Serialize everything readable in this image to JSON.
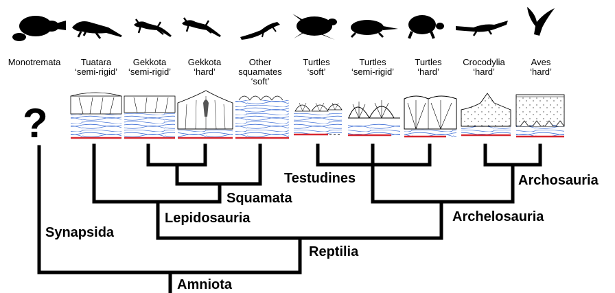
{
  "taxa": [
    {
      "name": "Monotremata",
      "shell": ""
    },
    {
      "name": "Tuatara",
      "shell": "‘semi-rigid’"
    },
    {
      "name": "Gekkota",
      "shell": "‘semi-rigid’"
    },
    {
      "name": "Gekkota",
      "shell": "‘hard’"
    },
    {
      "name": "Other squamates",
      "shell": "‘soft’"
    },
    {
      "name": "Turtles",
      "shell": "‘soft’"
    },
    {
      "name": "Turtles",
      "shell": "‘semi-rigid’"
    },
    {
      "name": "Turtles",
      "shell": "‘hard’"
    },
    {
      "name": "Crocodylia",
      "shell": "‘hard’"
    },
    {
      "name": "Aves",
      "shell": "‘hard’"
    }
  ],
  "unknown_marker": "?",
  "clades": {
    "amniota": "Amniota",
    "synapsida": "Synapsida",
    "reptilia": "Reptilia",
    "lepidosauria": "Lepidosauria",
    "squamata": "Squamata",
    "archelosauria": "Archelosauria",
    "testudines": "Testudines",
    "archosauria": "Archosauria"
  },
  "silhouettes": [
    "platypus-icon",
    "tuatara-icon",
    "gecko-icon",
    "gecko-icon",
    "lizard-icon",
    "sea-turtle-icon",
    "softshell-turtle-icon",
    "tortoise-icon",
    "crocodile-icon",
    "bird-icon"
  ],
  "colors": {
    "fiber_layer": "#3f6fd6",
    "membrane_line": "#d8262e",
    "tree": "#000000"
  }
}
